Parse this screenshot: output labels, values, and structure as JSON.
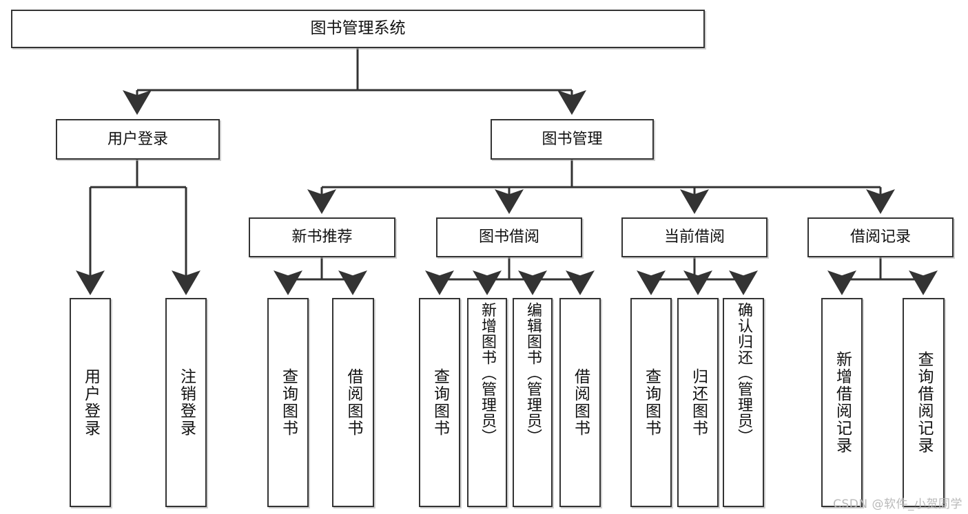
{
  "diagram": {
    "type": "tree-hierarchy",
    "title": "图书管理系统",
    "root": {
      "label": "图书管理系统"
    },
    "level1": [
      {
        "id": "user-login",
        "label": "用户登录"
      },
      {
        "id": "book-manage",
        "label": "图书管理"
      }
    ],
    "level2": [
      {
        "id": "new-book-recommend",
        "label": "新书推荐",
        "parent": "book-manage"
      },
      {
        "id": "book-borrow",
        "label": "图书借阅",
        "parent": "book-manage"
      },
      {
        "id": "current-borrow",
        "label": "当前借阅",
        "parent": "book-manage"
      },
      {
        "id": "borrow-record",
        "label": "借阅记录",
        "parent": "book-manage"
      }
    ],
    "leaves": [
      {
        "id": "leaf-user-login",
        "label": "用户登录",
        "parent": "user-login"
      },
      {
        "id": "leaf-logout",
        "label": "注销登录",
        "parent": "user-login"
      },
      {
        "id": "leaf-query-book-1",
        "label": "查询图书",
        "parent": "new-book-recommend"
      },
      {
        "id": "leaf-borrow-book-1",
        "label": "借阅图书",
        "parent": "new-book-recommend"
      },
      {
        "id": "leaf-query-book-2",
        "label": "查询图书",
        "parent": "book-borrow"
      },
      {
        "id": "leaf-add-book",
        "label": "新增图书（管理员）",
        "parent": "book-borrow"
      },
      {
        "id": "leaf-edit-book",
        "label": "编辑图书（管理员）",
        "parent": "book-borrow"
      },
      {
        "id": "leaf-borrow-book-2",
        "label": "借阅图书",
        "parent": "book-borrow"
      },
      {
        "id": "leaf-query-book-3",
        "label": "查询图书",
        "parent": "current-borrow"
      },
      {
        "id": "leaf-return-book",
        "label": "归还图书",
        "parent": "current-borrow"
      },
      {
        "id": "leaf-confirm-return",
        "label": "确认归还（管理员）",
        "parent": "current-borrow"
      },
      {
        "id": "leaf-add-record",
        "label": "新增借阅记录",
        "parent": "borrow-record"
      },
      {
        "id": "leaf-query-record",
        "label": "查询借阅记录",
        "parent": "borrow-record"
      }
    ]
  },
  "watermark": {
    "text": "CSDN @软件_小贺同学"
  },
  "colors": {
    "border": "#333333",
    "node_fill": "#ffffff",
    "edge": "#333333",
    "text": "#111111",
    "watermark": "#b9b9b9",
    "background": "#ffffff"
  }
}
